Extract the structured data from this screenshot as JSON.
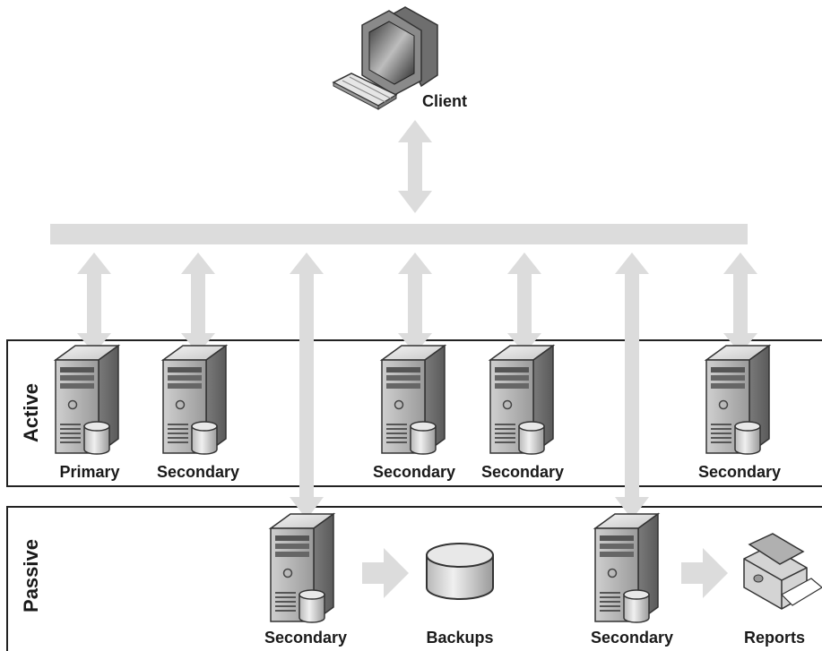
{
  "client": {
    "label": "Client",
    "icon": "desktop-computer-icon"
  },
  "zones": {
    "active": {
      "label": "Active"
    },
    "passive": {
      "label": "Passive"
    }
  },
  "active_nodes": [
    {
      "label": "Primary",
      "icon": "server-icon"
    },
    {
      "label": "Secondary",
      "icon": "server-icon"
    },
    {
      "label": "Secondary",
      "icon": "server-icon"
    },
    {
      "label": "Secondary",
      "icon": "server-icon"
    },
    {
      "label": "Secondary",
      "icon": "server-icon"
    }
  ],
  "passive_nodes": [
    {
      "label": "Secondary",
      "icon": "server-icon"
    },
    {
      "label": "Backups",
      "icon": "database-icon"
    },
    {
      "label": "Secondary",
      "icon": "server-icon"
    },
    {
      "label": "Reports",
      "icon": "printer-icon"
    }
  ],
  "colors": {
    "connector": "#dcdcdc",
    "zone_border": "#222222",
    "text": "#1a1a1a"
  }
}
